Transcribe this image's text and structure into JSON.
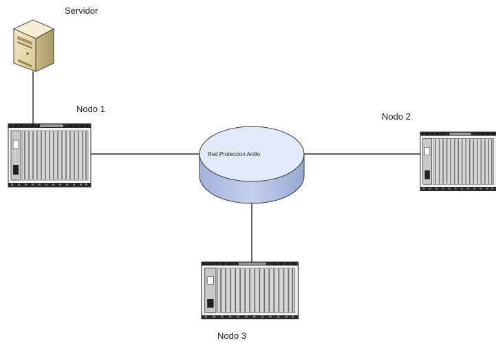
{
  "diagram": {
    "nodes": [
      {
        "id": "server",
        "label": "Servidor",
        "icon": "server-tower-icon"
      },
      {
        "id": "node1",
        "label": "Nodo 1",
        "icon": "rack-chassis-icon"
      },
      {
        "id": "node2",
        "label": "Nodo 2",
        "icon": "rack-chassis-icon"
      },
      {
        "id": "node3",
        "label": "Nodo 3",
        "icon": "rack-chassis-icon"
      },
      {
        "id": "network",
        "label": "Red Proteccion Anillo",
        "icon": "network-cylinder-icon"
      }
    ],
    "edges": [
      {
        "from": "server",
        "to": "node1"
      },
      {
        "from": "node1",
        "to": "network"
      },
      {
        "from": "network",
        "to": "node2"
      },
      {
        "from": "network",
        "to": "node3"
      }
    ]
  },
  "colors": {
    "line": "#000000",
    "cylinder_top": "#dde6f8",
    "cylinder_side": "#a9b9e0",
    "rack_body": "#d9d9d9",
    "server_body": "#efe3b5"
  }
}
